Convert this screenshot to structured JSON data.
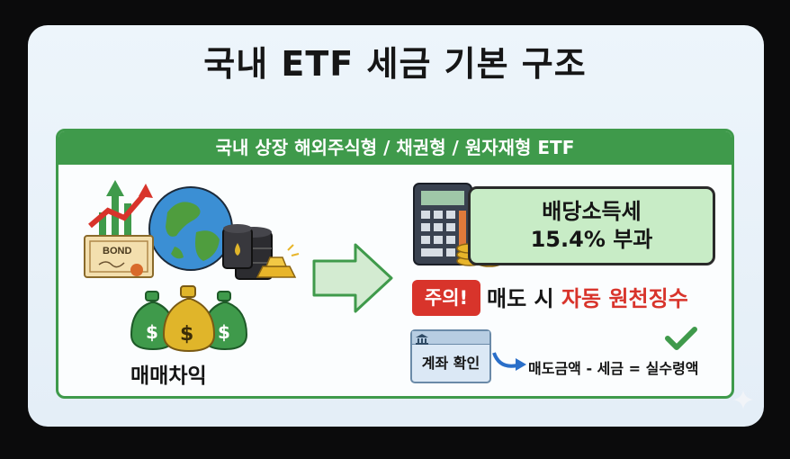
{
  "title": "국내 ETF 세금 기본 구조",
  "panel_header": "국내 상장 해외주식형 / 채권형 / 원자재형 ETF",
  "left": {
    "bond_label": "BOND",
    "label": "매매차익"
  },
  "tax": {
    "line1": "배당소득세",
    "line2": "15.4% 부과"
  },
  "warning": {
    "badge": "주의!",
    "text_black": "매도 시 ",
    "text_red": "자동 원천징수"
  },
  "account": {
    "label": "계좌 확인",
    "formula": "매도금액 - 세금 = 실수령액"
  },
  "colors": {
    "accent_green": "#3f9a4b",
    "warning_red": "#d8342b"
  }
}
